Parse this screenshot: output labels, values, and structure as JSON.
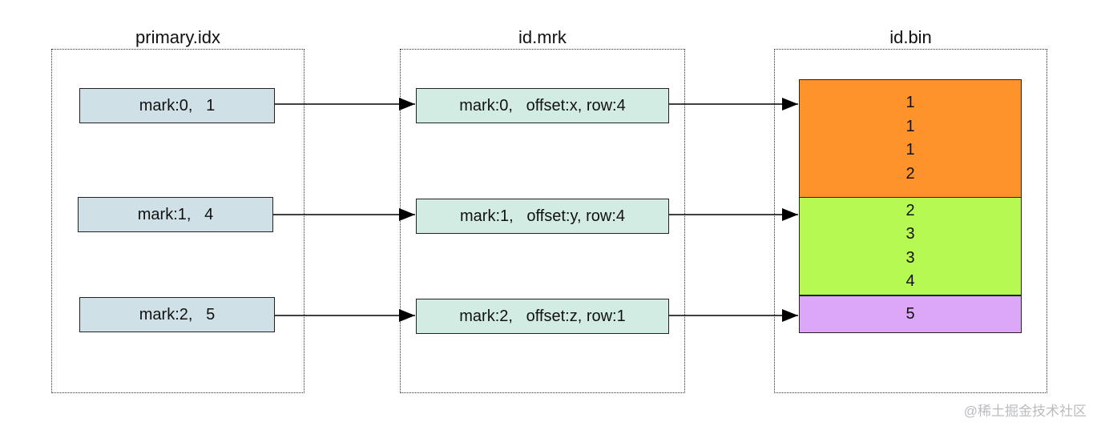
{
  "panels": {
    "primary": {
      "title": "primary.idx"
    },
    "mrk": {
      "title": "id.mrk"
    },
    "bin": {
      "title": "id.bin"
    }
  },
  "primary_entries": [
    "mark:0,   1",
    "mark:1,   4",
    "mark:2,   5"
  ],
  "mrk_entries": [
    "mark:0,   offset:x, row:4",
    "mark:1,   offset:y, row:4",
    "mark:2,   offset:z, row:1"
  ],
  "bin_blocks": [
    {
      "values": [
        "1",
        "1",
        "1",
        "2"
      ],
      "color": "#fe932b"
    },
    {
      "values": [
        "2",
        "3",
        "3",
        "4"
      ],
      "color": "#b6f952"
    },
    {
      "values": [
        "5"
      ],
      "color": "#dca7f6"
    }
  ],
  "colors": {
    "idx_box": "#cfe1e7",
    "mrk_box": "#d3ece3",
    "arrow": "#000000"
  },
  "watermark": "@稀土掘金技术社区"
}
